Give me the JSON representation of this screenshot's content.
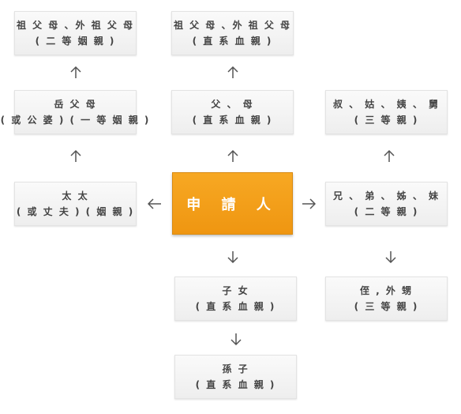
{
  "center": {
    "label": "申 請 人"
  },
  "boxes": {
    "grandparents_left": {
      "line1": "祖 父 母 、外 祖 父 母",
      "line2": "( 二 等 姻 親 )"
    },
    "grandparents_right": {
      "line1": "祖 父 母 、外 祖 父 母",
      "line2": "( 直 系 血 親 )"
    },
    "parents_in_law": {
      "line1": "岳 父 母",
      "line2": "( 或 公 婆 ) ( 一 等 姻 親 )"
    },
    "parents": {
      "line1": "父 、 母",
      "line2": "( 直 系 血 親 )"
    },
    "uncles_aunts": {
      "line1": "叔 、 姑 、 姨 、 舅",
      "line2": "( 三 等 親 )"
    },
    "spouse": {
      "line1": "太 太",
      "line2": "( 或 丈 夫 ) ( 姻 親 )"
    },
    "siblings": {
      "line1": "兄 、 弟 、 姊 、 妹",
      "line2": "( 二 等 親 )"
    },
    "children": {
      "line1": "子 女",
      "line2": "( 直 系 血 親 )"
    },
    "nephews": {
      "line1": "侄 , 外 甥",
      "line2": "( 三 等 親 )"
    },
    "grandchildren": {
      "line1": "孫 子",
      "line2": "( 直 系 血 親 )"
    }
  },
  "colors": {
    "center_fill": "#f29b18",
    "box_fill": "#f3f3f3",
    "text": "#444444",
    "arrow": "#555555"
  }
}
